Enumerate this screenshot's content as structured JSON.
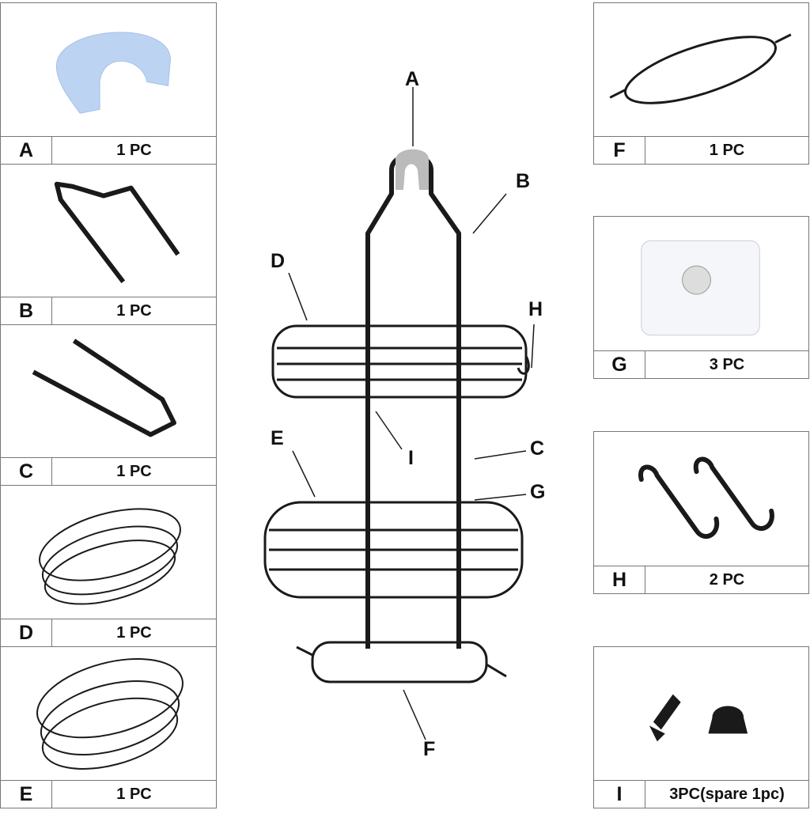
{
  "parts": [
    {
      "letter": "A",
      "qty": "1 PC",
      "icon": "silicone-pad-icon"
    },
    {
      "letter": "B",
      "qty": "1 PC",
      "icon": "top-frame-icon"
    },
    {
      "letter": "C",
      "qty": "1 PC",
      "icon": "bottom-frame-icon"
    },
    {
      "letter": "D",
      "qty": "1 PC",
      "icon": "small-basket-icon"
    },
    {
      "letter": "E",
      "qty": "1 PC",
      "icon": "large-basket-icon"
    },
    {
      "letter": "F",
      "qty": "1 PC",
      "icon": "soap-dish-icon"
    },
    {
      "letter": "G",
      "qty": "3 PC",
      "icon": "adhesive-hook-icon"
    },
    {
      "letter": "H",
      "qty": "2 PC",
      "icon": "s-hook-icon"
    },
    {
      "letter": "I",
      "qty": "3PC(spare 1pc)",
      "icon": "screw-nut-icon"
    }
  ],
  "callouts": [
    "A",
    "B",
    "C",
    "D",
    "E",
    "F",
    "G",
    "H",
    "I"
  ],
  "colors": {
    "border": "#777777",
    "metal": "#1a1a1a",
    "silicone": "#bcd3f2"
  }
}
